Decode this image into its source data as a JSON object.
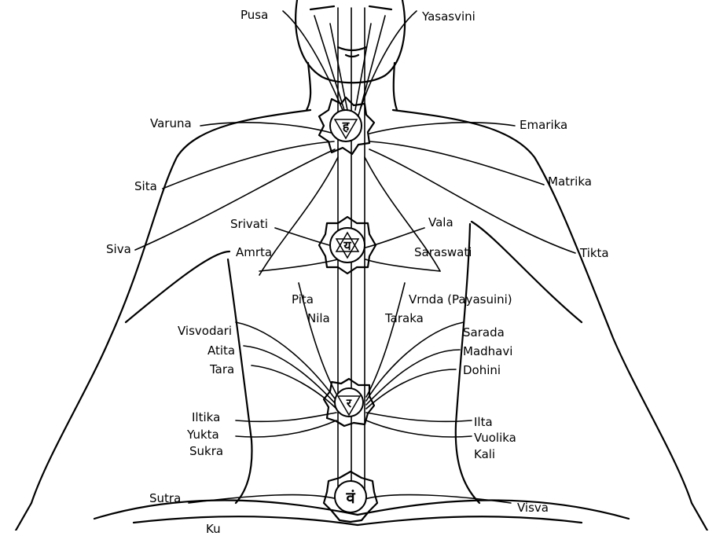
{
  "labels": {
    "pusa": "Pusa",
    "yasasvini": "Yasasvini",
    "varuna": "Varuna",
    "emarika": "Emarika",
    "sita": "Sita",
    "matrika": "Matrika",
    "srivati": "Srivati",
    "vala": "Vala",
    "siva": "Siva",
    "amrta": "Amrta",
    "saraswati": "Saraswati",
    "tikta": "Tikta",
    "pita": "Pita",
    "vrnda": "Vrnda (Payasuini)",
    "nila": "Nila",
    "taraka": "Taraka",
    "visvodari": "Visvodari",
    "sarada": "Sarada",
    "atita": "Atita",
    "madhavi": "Madhavi",
    "tara": "Tara",
    "dohini": "Dohini",
    "iltika": "Iltika",
    "ilta": "Ilta",
    "yukta": "Yukta",
    "vuolika": "Vuolika",
    "sukra": "Sukra",
    "kali": "Kali",
    "sutra": "Sutra",
    "visva": "Visva",
    "kuhu": "Ku"
  },
  "chakras": {
    "throat_glyph": "ह",
    "heart_glyph": "य",
    "solar_glyph": "र",
    "sacral_glyph": "वं"
  }
}
